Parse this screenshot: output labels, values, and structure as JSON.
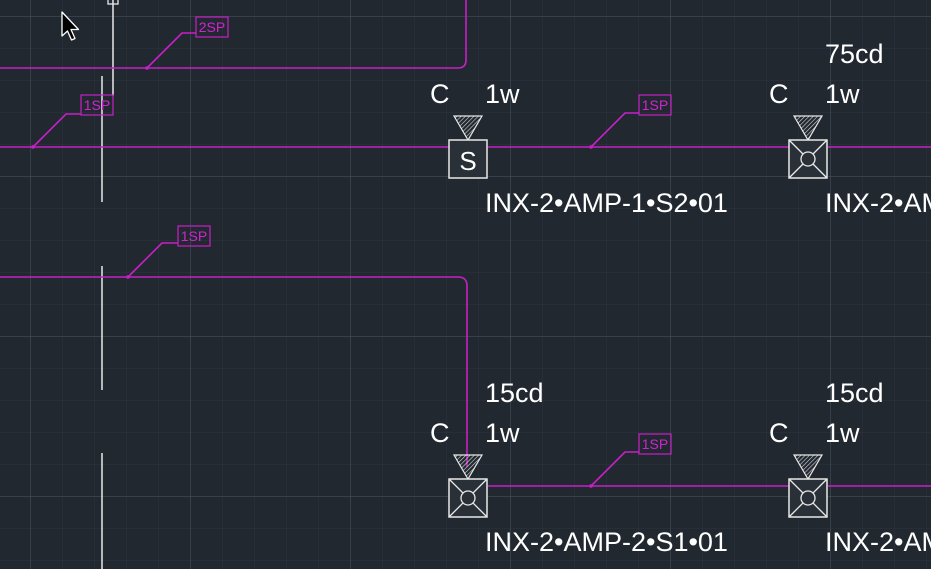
{
  "colors": {
    "background": "#212830",
    "wire": "#c81fc8",
    "tag": "#d024d0",
    "symbol": "#e8e8e8",
    "text": "#ffffff"
  },
  "tags": {
    "t1": "2SP",
    "t2": "1SP",
    "t3": "1SP",
    "t4": "1SP",
    "t5": "1SP"
  },
  "devices": {
    "d1": {
      "type": "C",
      "wattage": "1w",
      "candela": "",
      "label": "INX-2•AMP-1•S2•01",
      "symbol_text": "S",
      "icon": "speaker-icon"
    },
    "d2": {
      "type": "C",
      "wattage": "1w",
      "candela": "75cd",
      "label": "INX-2•AM",
      "icon": "speaker-strobe-icon"
    },
    "d3": {
      "type": "C",
      "wattage": "1w",
      "candela": "15cd",
      "label": "INX-2•AMP-2•S1•01",
      "icon": "speaker-strobe-icon"
    },
    "d4": {
      "type": "C",
      "wattage": "1w",
      "candela": "15cd",
      "label": "INX-2•AM",
      "icon": "speaker-strobe-icon"
    }
  },
  "cursor": {
    "icon": "mouse-pointer-icon"
  }
}
